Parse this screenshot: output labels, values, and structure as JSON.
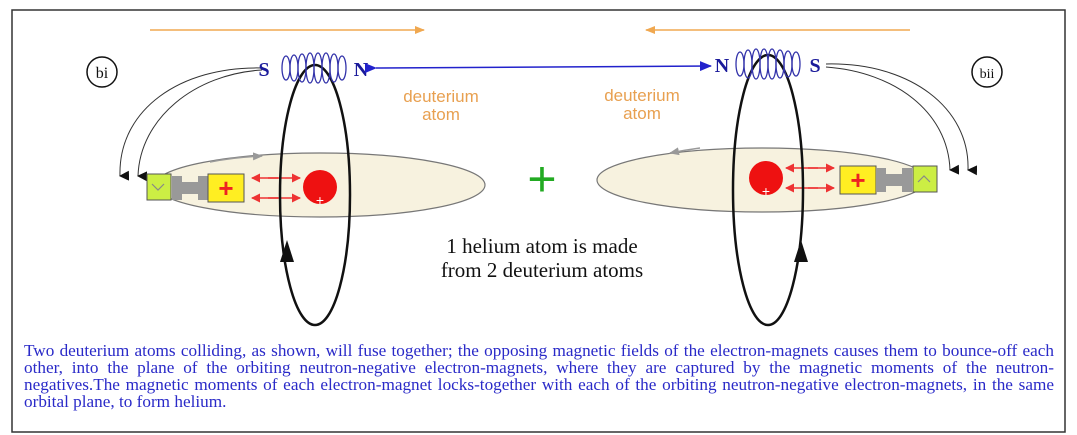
{
  "labels": {
    "left_badge": "bi",
    "right_badge": "bii",
    "left_atom": [
      "deuterium",
      "atom"
    ],
    "right_atom": [
      "deuterium",
      "atom"
    ],
    "pole_s": "S",
    "pole_n": "N",
    "plus_sign": "+",
    "helium_line1": "1 helium atom is made",
    "helium_line2": "from 2 deuterium atoms"
  },
  "caption": "Two deuterium atoms colliding, as shown, will fuse together; the opposing magnetic fields of the electron-magnets causes them  to bounce-off each other, into the plane of the orbiting neutron-negative electron-magnets, where they are captured by the  magnetic moments of the neutron-negatives.The magnetic moments of each electron-magnet locks-together with each of the orbiting neutron-negative electron-magnets, in the same orbital plane, to form helium.",
  "colors": {
    "frame": "#333333",
    "orange_arrow": "#f0a850",
    "atom_label": "#e8a050",
    "pole_text": "#1a1a9a",
    "field_line": "#2222aa",
    "coil": "#3333aa",
    "orbit_ellipse_fill": "#f7f2df",
    "orbit_ellipse_stroke": "#777777",
    "nucleus": "#ee1111",
    "red_arrow": "#ee3333",
    "magnet_body": "#ffee22",
    "magnet_end": "#ccee44",
    "plus_center": "#22aa22",
    "caption_text": "#2a2ac8"
  }
}
